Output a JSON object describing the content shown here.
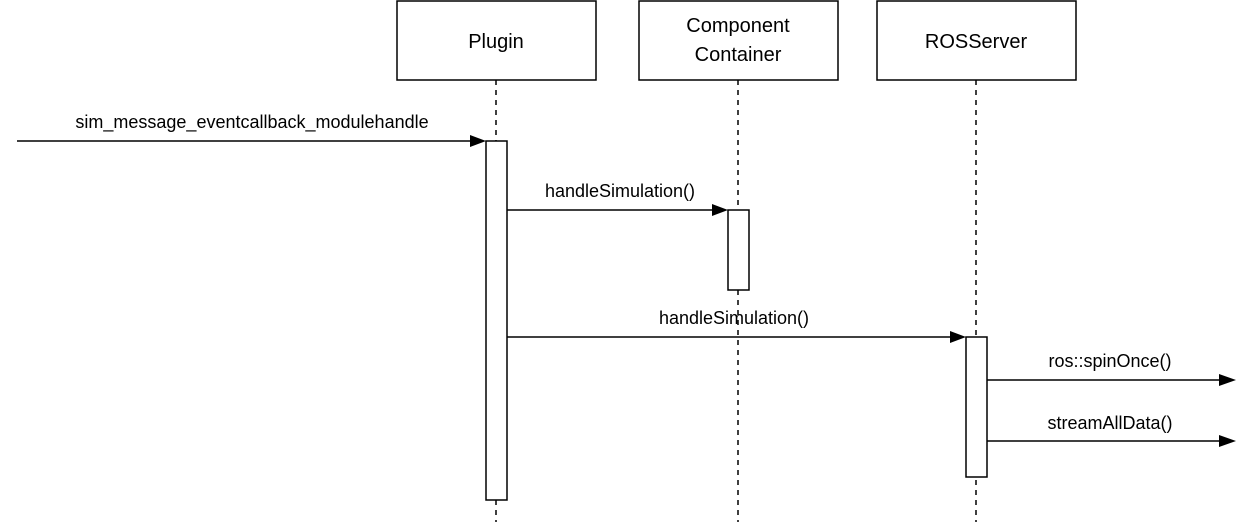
{
  "participants": [
    {
      "id": "plugin",
      "label_lines": [
        "Plugin"
      ]
    },
    {
      "id": "component-container",
      "label_lines": [
        "Component",
        "Container"
      ]
    },
    {
      "id": "rosserver",
      "label_lines": [
        "ROSServer"
      ]
    }
  ],
  "messages": [
    {
      "id": "sim-message-eventcallback-modulehandle",
      "label": "sim_message_eventcallback_modulehandle",
      "from": "external",
      "to": "plugin"
    },
    {
      "id": "handle-simulation-to-container",
      "label": "handleSimulation()",
      "from": "plugin",
      "to": "component-container"
    },
    {
      "id": "handle-simulation-to-rosserver",
      "label": "handleSimulation()",
      "from": "plugin",
      "to": "rosserver"
    },
    {
      "id": "ros-spin-once",
      "label": "ros::spinOnce()",
      "from": "rosserver",
      "to": "external"
    },
    {
      "id": "stream-all-data",
      "label": "streamAllData()",
      "from": "rosserver",
      "to": "external"
    }
  ],
  "colors": {
    "stroke": "#000000",
    "background": "#ffffff"
  }
}
